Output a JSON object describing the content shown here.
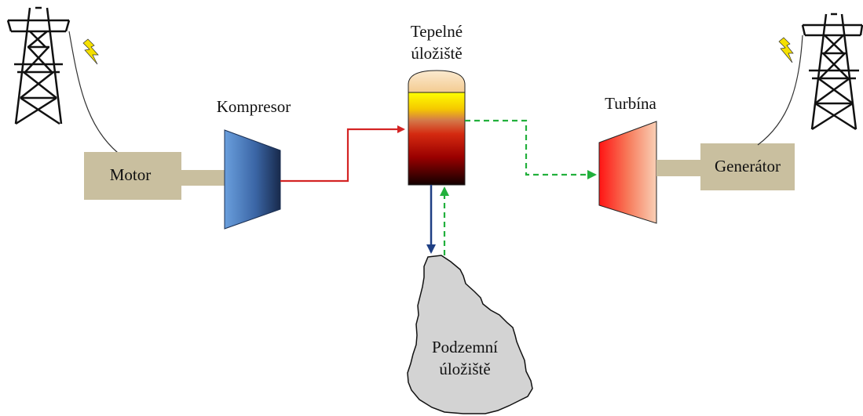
{
  "labels": {
    "motor": "Motor",
    "kompresor": "Kompresor",
    "tepelne_line1": "Tepelné",
    "tepelne_line2": "úložiště",
    "turbina": "Turbína",
    "generator": "Generátor",
    "podzemni_line1": "Podzemní",
    "podzemni_line2": "úložiště"
  },
  "colors": {
    "machine_box": "#c9bf9f",
    "shaft": "#c9bf9f",
    "compressor_light": "#5f95d6",
    "compressor_dark": "#1b2f52",
    "turbine_red": "#ff1a1a",
    "turbine_light": "#f8c4a8",
    "hot_air_line": "#d42424",
    "cold_return_line": "#1f3f84",
    "dashed_flow": "#22b03c",
    "rock": "#d3d3d3",
    "lightning": "#f5e000"
  },
  "icons": {
    "left_tower": "power-pylon-icon",
    "right_tower": "power-pylon-icon",
    "left_bolt": "lightning-bolt-icon",
    "right_bolt": "lightning-bolt-icon"
  }
}
